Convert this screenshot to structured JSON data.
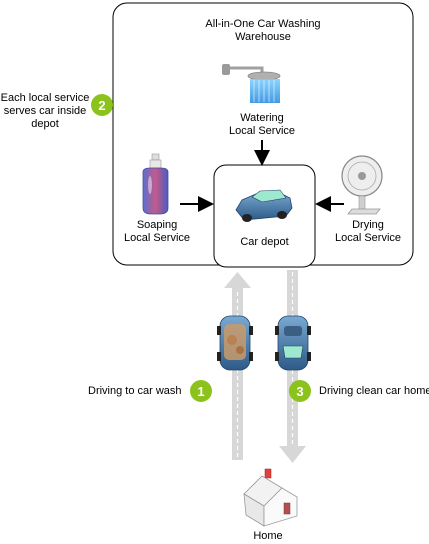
{
  "warehouse": {
    "title_line1": "All-in-One Car Washing",
    "title_line2": "Warehouse"
  },
  "services": {
    "watering": {
      "line1": "Watering",
      "line2": "Local Service",
      "icon": "shower-icon"
    },
    "soaping": {
      "line1": "Soaping",
      "line2": "Local Service",
      "icon": "soap-bottle-icon"
    },
    "drying": {
      "line1": "Drying",
      "line2": "Local Service",
      "icon": "fan-icon"
    }
  },
  "depot": {
    "label": "Car depot"
  },
  "steps": [
    {
      "number": "1",
      "label": "Driving to car wash"
    },
    {
      "number": "2",
      "line1": "Each local service",
      "line2": "serves car inside",
      "line3": "depot"
    },
    {
      "number": "3",
      "label": "Driving clean car home"
    }
  ],
  "home": {
    "label": "Home"
  },
  "colors": {
    "step_badge": "#8cc21c",
    "road": "#d7d7d7",
    "car": "#3d6d9a",
    "water": "#58b8f2"
  }
}
